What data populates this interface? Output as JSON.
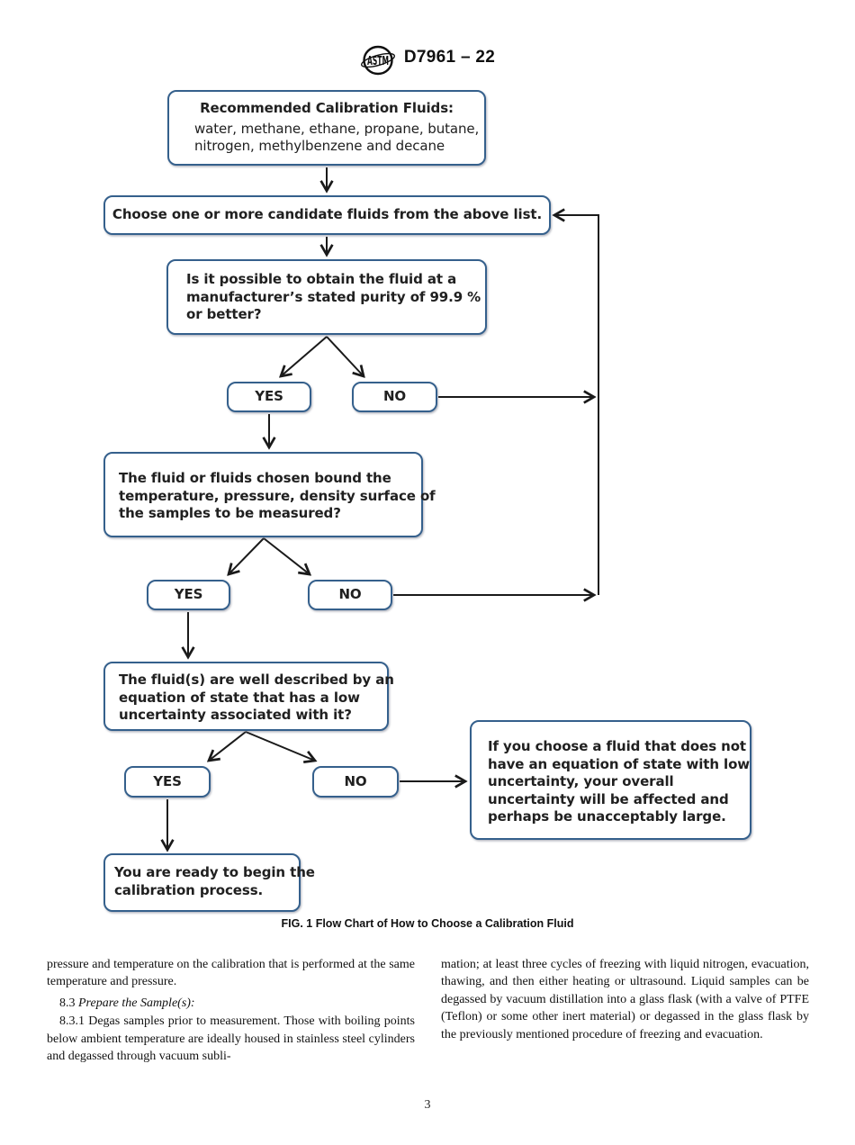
{
  "header": {
    "logo_text": "ASTM",
    "doc_code": "D7961 – 22"
  },
  "flowchart": {
    "labels": {
      "yes": "YES",
      "no": "NO"
    },
    "recommended_title": "Recommended Calibration Fluids:",
    "recommended_body": "water, methane, ethane, propane, butane,\nnitrogen, methylbenzene and decane",
    "choose": "Choose one or more candidate fluids from the above list.",
    "purity": "Is it possible to obtain the fluid at a\nmanufacturer’s stated purity of 99.9 %\nor better?",
    "bound": "The fluid or fluids chosen bound the\ntemperature, pressure, density surface of\nthe samples to be measured?",
    "eos": "The fluid(s) are well described by an\nequation of state that has a low\nuncertainty associated with it?",
    "warning": "If you choose a fluid that does not\nhave an equation of state with low\nuncertainty, your overall\nuncertainty will be affected and\nperhaps be unacceptably large.",
    "ready": "You are ready to begin the\ncalibration process.",
    "caption": "FIG. 1 Flow Chart of How to Choose a Calibration Fluid"
  },
  "body": {
    "left_para1": "pressure and temperature on the calibration that is performed at the same temperature and pressure.",
    "section_number": "8.3 ",
    "section_title": "Prepare the Sample(s):",
    "left_para2": "8.3.1 Degas samples prior to measurement. Those with boiling points below ambient temperature are ideally housed in stainless steel cylinders and degassed through vacuum subli-",
    "right_para1": "mation; at least three cycles of freezing with liquid nitrogen, evacuation, thawing, and then either heating or ultrasound. Liquid samples can be degassed by vacuum distillation into a glass flask (with a valve of PTFE (Teflon) or some other inert material) or degassed in the glass flask by the previously mentioned procedure of freezing and evacuation.",
    "page_number": "3"
  }
}
